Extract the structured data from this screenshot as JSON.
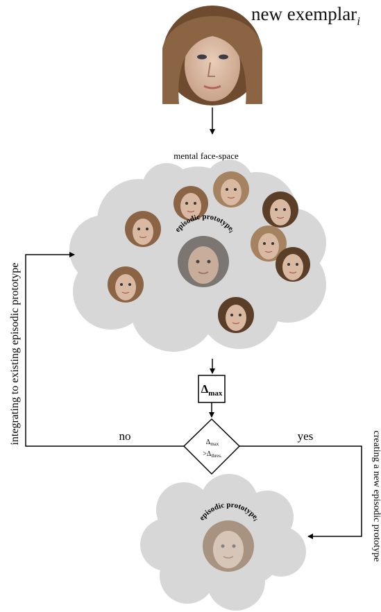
{
  "title": {
    "main": "new exemplar",
    "subscript": "i"
  },
  "labels": {
    "mental_face_space": "mental face-space",
    "episodic_prototype_main": "episodic prototype",
    "episodic_prototype_main_sub": "i",
    "episodic_prototype_new": "episodic prototype",
    "episodic_prototype_new_sub": "i",
    "delta_max_symbol": "Δ",
    "delta_max_sub": "max",
    "condition_line1_symbol": "Δ",
    "condition_line1_sub": "max",
    "condition_line2_prefix": ">",
    "condition_line2_symbol": "Δ",
    "condition_line2_sub": "thres.",
    "no": "no",
    "yes": "yes",
    "left_vertical": "integrating to existing  episodic prototype",
    "right_vertical": "creating a new episodic prototype"
  },
  "colors": {
    "cloud": "#d7d7d7",
    "line": "#000000",
    "text": "#111111"
  },
  "icons": {
    "faces": "face-photo-icon",
    "arrows": "arrow-head-icon"
  }
}
